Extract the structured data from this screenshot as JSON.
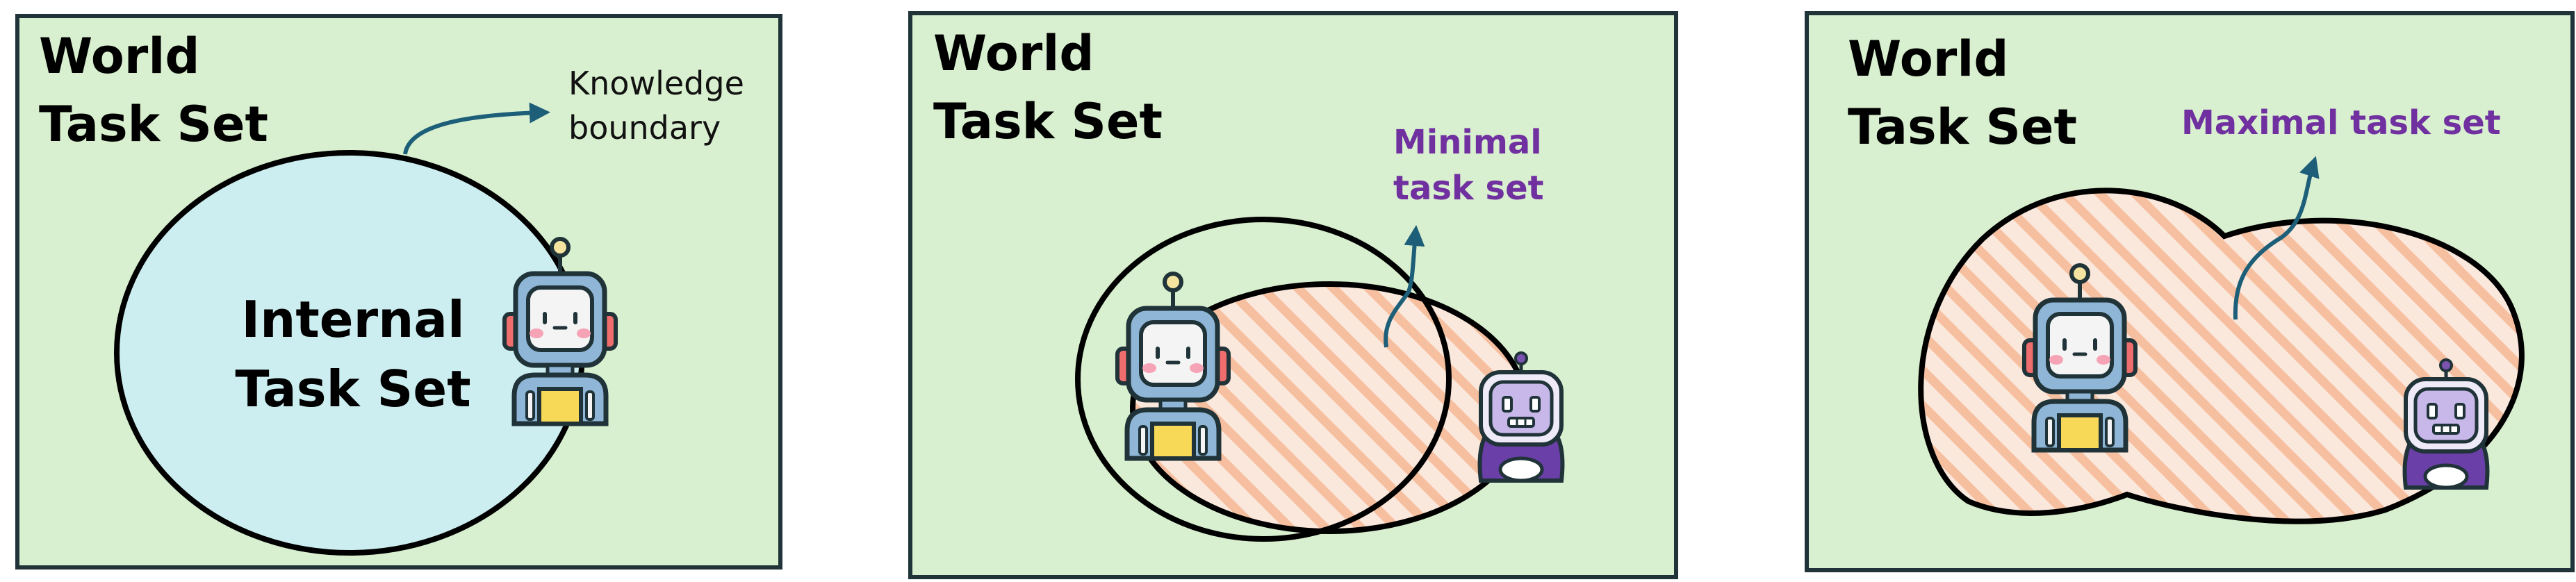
{
  "panels": [
    {
      "title_line1": "World",
      "title_line2": "Task Set",
      "inner_line1": "Internal",
      "inner_line2": "Task Set",
      "annotation_line1": "Knowledge",
      "annotation_line2": "boundary",
      "icons": [
        "robot-icon"
      ]
    },
    {
      "title_line1": "World",
      "title_line2": "Task Set",
      "annotation_line1": "Minimal",
      "annotation_line2": "task set",
      "icons": [
        "robot-icon",
        "purple-robot-icon"
      ]
    },
    {
      "title_line1": "World",
      "title_line2": "Task Set",
      "annotation_line1": "Maximal task set",
      "icons": [
        "robot-icon",
        "purple-robot-icon"
      ]
    }
  ],
  "colors": {
    "world_background": "#d8f0cf",
    "internal_set_fill": "#cdeef0",
    "outline": "#000000",
    "arrow": "#1d5e78",
    "hatch": "#f7c6a8",
    "annotation_purple": "#7030a0"
  }
}
